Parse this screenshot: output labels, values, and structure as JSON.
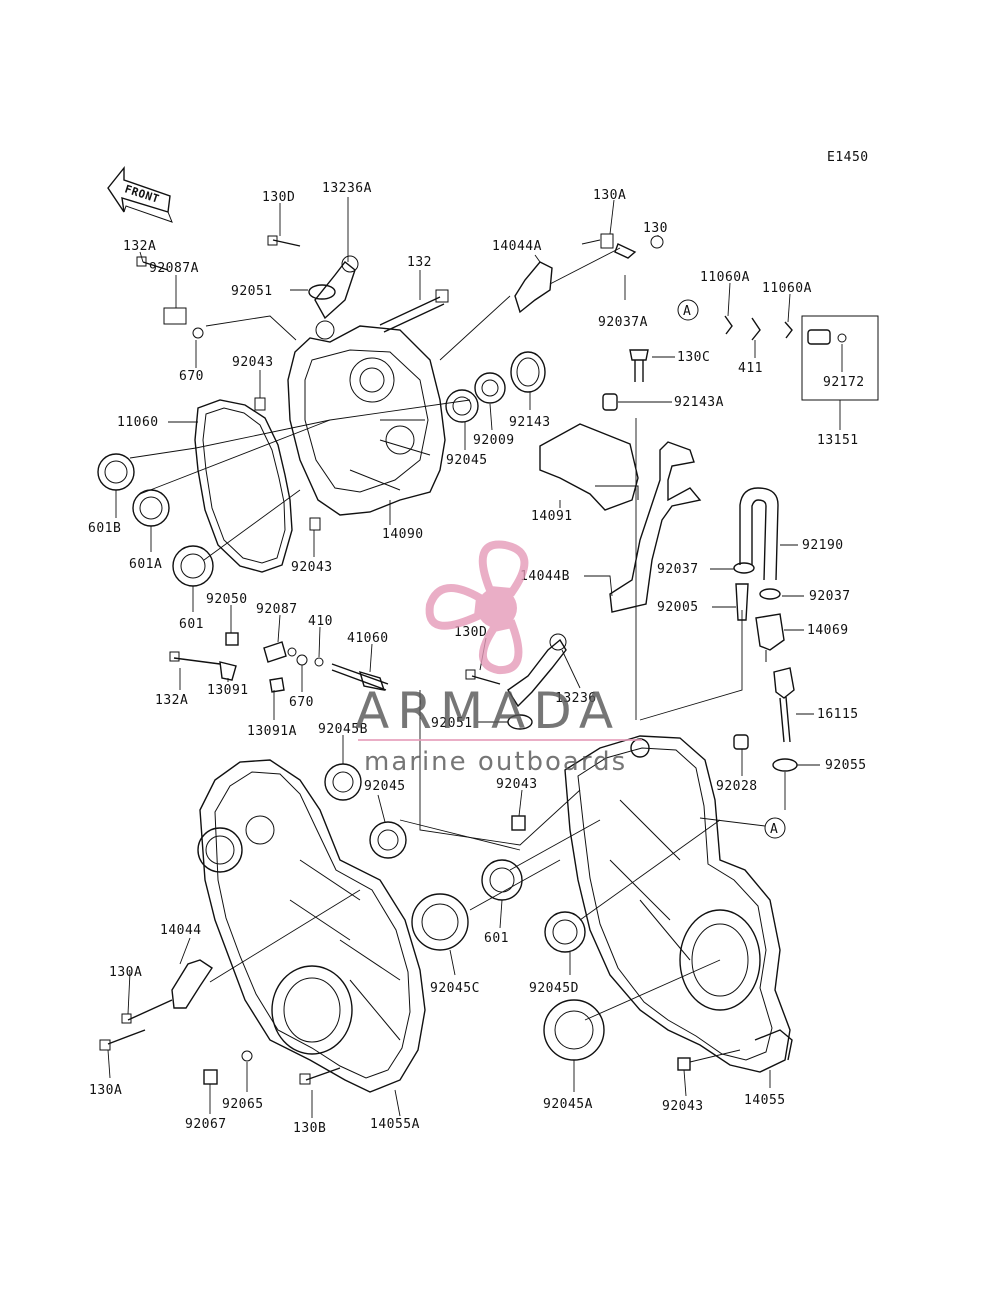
{
  "diagram_code": "E1450",
  "front_arrow_label": "FRONT",
  "callout_letter": "A",
  "watermark": {
    "brand": "ARMADA",
    "tagline": "marine outboards",
    "color": "#e59bb9"
  },
  "part_labels": [
    "130D",
    "13236A",
    "130A",
    "130",
    "14044A",
    "132A",
    "92087A",
    "132",
    "92051",
    "11060A",
    "11060A",
    "92037A",
    "130C",
    "670",
    "92043",
    "411",
    "92172",
    "11060",
    "92143",
    "92143A",
    "13151",
    "92009",
    "92045",
    "14090",
    "601B",
    "14091",
    "92190",
    "601A",
    "92043",
    "92037",
    "14044B",
    "92037",
    "92005",
    "14069",
    "601",
    "92050",
    "92087",
    "410",
    "41060",
    "130D",
    "132A",
    "13091",
    "670",
    "13236",
    "16115",
    "13091A",
    "92045B",
    "92051",
    "92055",
    "92043",
    "92028",
    "92045",
    "14044",
    "601",
    "130A",
    "92045C",
    "92045D",
    "130A",
    "92065",
    "92045A",
    "92043",
    "14055",
    "92067",
    "130B",
    "14055A"
  ]
}
